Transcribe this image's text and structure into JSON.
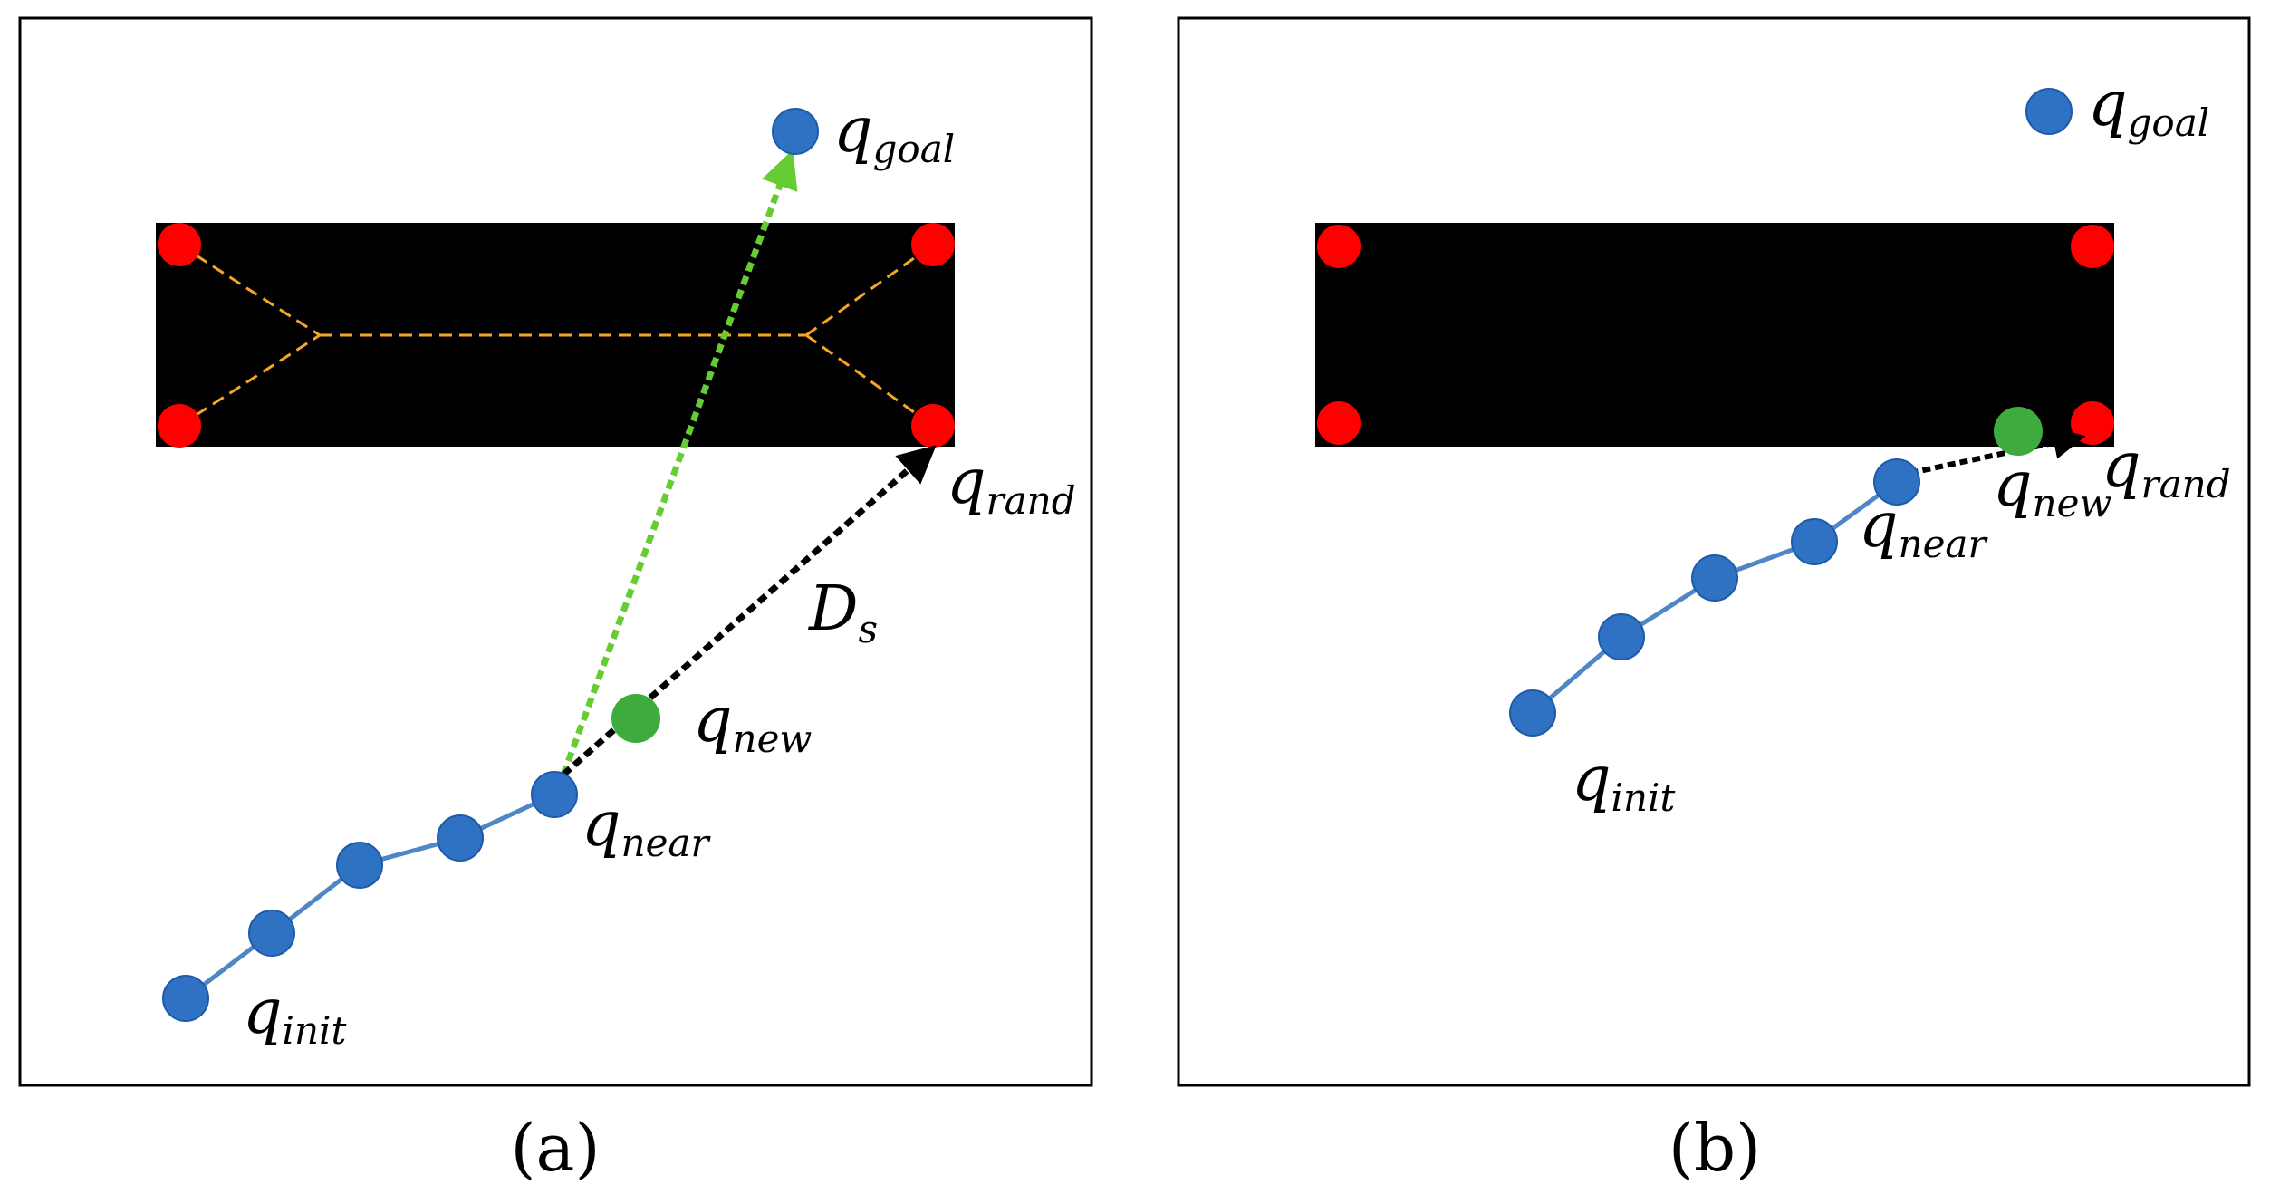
{
  "panels": [
    {
      "id": "a",
      "caption": "(a)",
      "labels": {
        "goal": {
          "base": "q",
          "sub": "goal"
        },
        "rand": {
          "base": "q",
          "sub": "rand"
        },
        "new": {
          "base": "q",
          "sub": "new"
        },
        "near": {
          "base": "q",
          "sub": "near"
        },
        "init": {
          "base": "q",
          "sub": "init"
        },
        "step": {
          "base": "D",
          "sub": "s"
        }
      }
    },
    {
      "id": "b",
      "caption": "(b)",
      "labels": {
        "goal": {
          "base": "q",
          "sub": "goal"
        },
        "rand": {
          "base": "q",
          "sub": "rand"
        },
        "new": {
          "base": "q",
          "sub": "new"
        },
        "near": {
          "base": "q",
          "sub": "near"
        },
        "init": {
          "base": "q",
          "sub": "init"
        }
      }
    }
  ],
  "colors": {
    "tree_node": "#2f72c4",
    "tree_edge": "#4f86c6",
    "new_node": "#3dab3d",
    "corner_node": "#ff0000",
    "obstacle": "#000000",
    "medial_axis": "#f5a623",
    "goal_ray": "#66cc33",
    "rand_ray": "#000000"
  }
}
